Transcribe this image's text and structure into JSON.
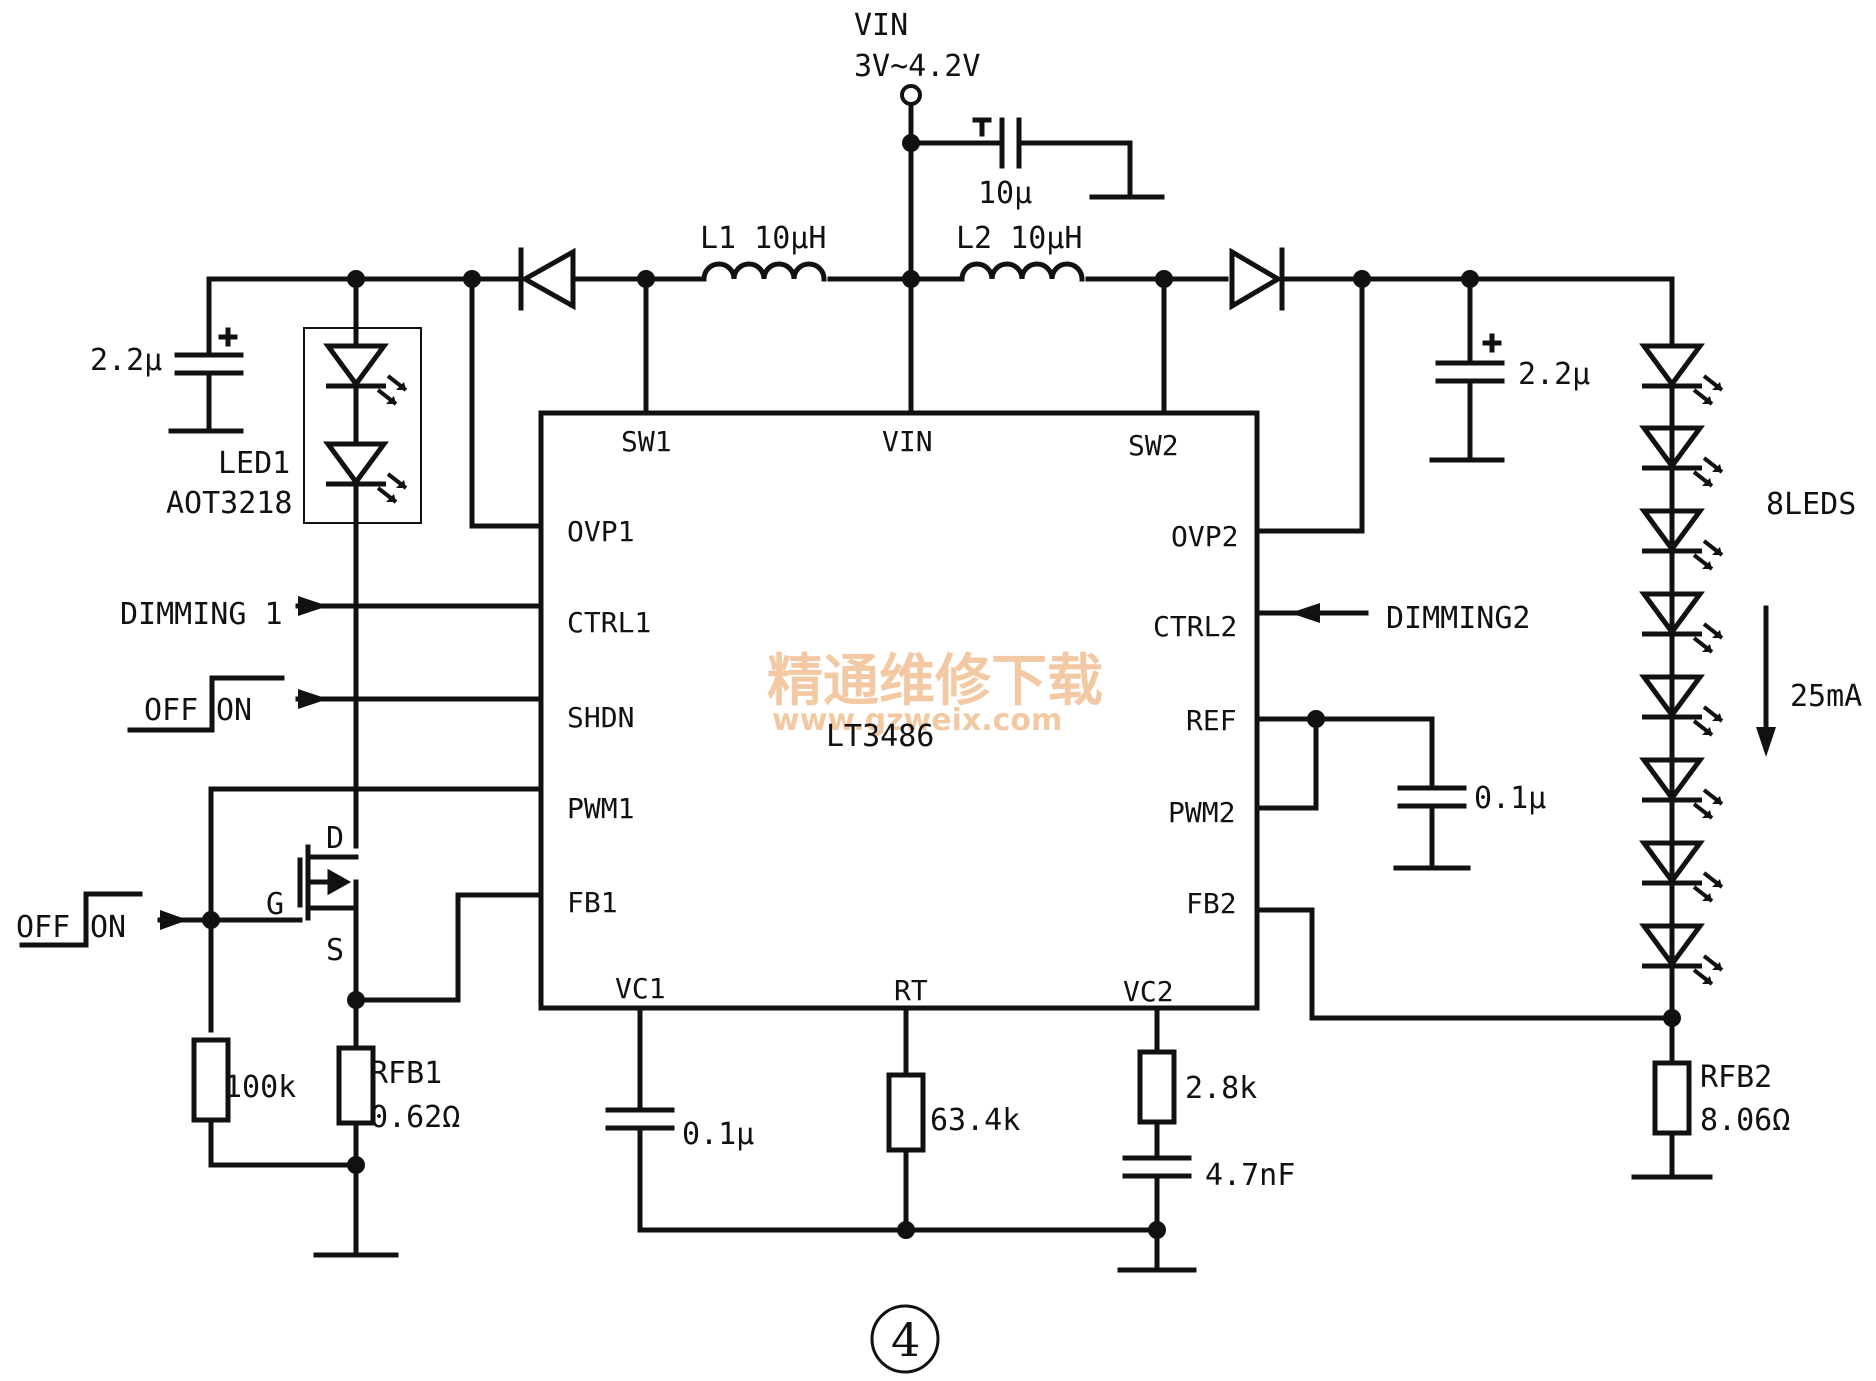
{
  "supply": {
    "label": "VIN",
    "range": "3V~4.2V"
  },
  "ic": {
    "name": "LT3486",
    "pins": {
      "sw1": "SW1",
      "vin": "VIN",
      "sw2": "SW2",
      "ovp1": "OVP1",
      "ctrl1": "CTRL1",
      "shdn": "SHDN",
      "pwm1": "PWM1",
      "fb1": "FB1",
      "ovp2": "OVP2",
      "ctrl2": "CTRL2",
      "ref": "REF",
      "pwm2": "PWM2",
      "fb2": "FB2",
      "vc1": "VC1",
      "rt": "RT",
      "vc2": "VC2"
    }
  },
  "components": {
    "cin": "10μ",
    "l1": "L1  10μH",
    "l2": "L2  10μH",
    "cout1": "2.2μ",
    "cout2": "2.2μ",
    "led1_ref": "LED1",
    "led1_part": "AOT3218",
    "leds2": "8LEDS",
    "current": "25mA",
    "cref": "0.1μ",
    "r_gate": "100k",
    "rfb1_ref": "RFB1",
    "rfb1_val": "0.62Ω",
    "cvc1": "0.1μ",
    "rt_val": "63.4k",
    "rvc2": "2.8k",
    "cvc2": "4.7nF",
    "rfb2_ref": "RFB2",
    "rfb2_val": "8.06Ω"
  },
  "signals": {
    "dimming1": "DIMMING 1",
    "dimming2": "DIMMING2",
    "off": "OFF",
    "on": "ON",
    "mos_d": "D",
    "mos_g": "G",
    "mos_s": "S"
  },
  "watermark": {
    "cn": "精通维修下载",
    "url": "www.gzweix.com"
  },
  "figure_number": "4"
}
